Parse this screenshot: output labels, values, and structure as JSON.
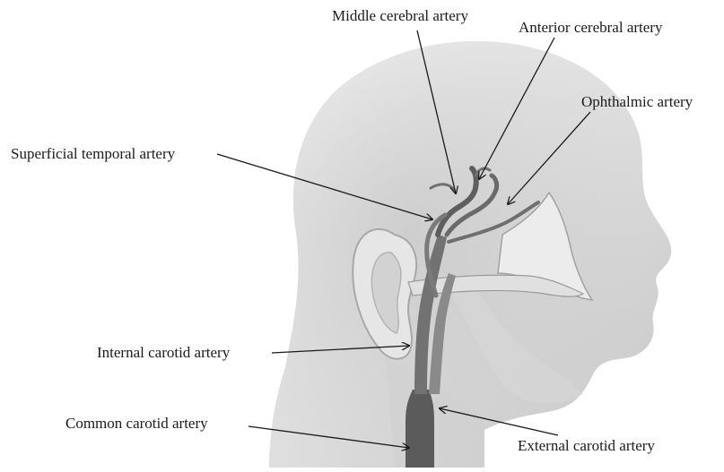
{
  "labels": {
    "middle_cerebral": "Middle cerebral artery",
    "anterior_cerebral": "Anterior cerebral artery",
    "ophthalmic": "Ophthalmic artery",
    "superficial_temporal": "Superficial temporal artery",
    "internal_carotid": "Internal carotid artery",
    "common_carotid": "Common carotid artery",
    "external_carotid": "External carotid artery"
  },
  "colors": {
    "head_light": "#f2f2f2",
    "head_mid": "#d8d8d8",
    "head_dark": "#a9a9a9",
    "artery": "#6f6f6f",
    "artery_dark": "#474747",
    "leader_line": "#1a1a1a"
  }
}
